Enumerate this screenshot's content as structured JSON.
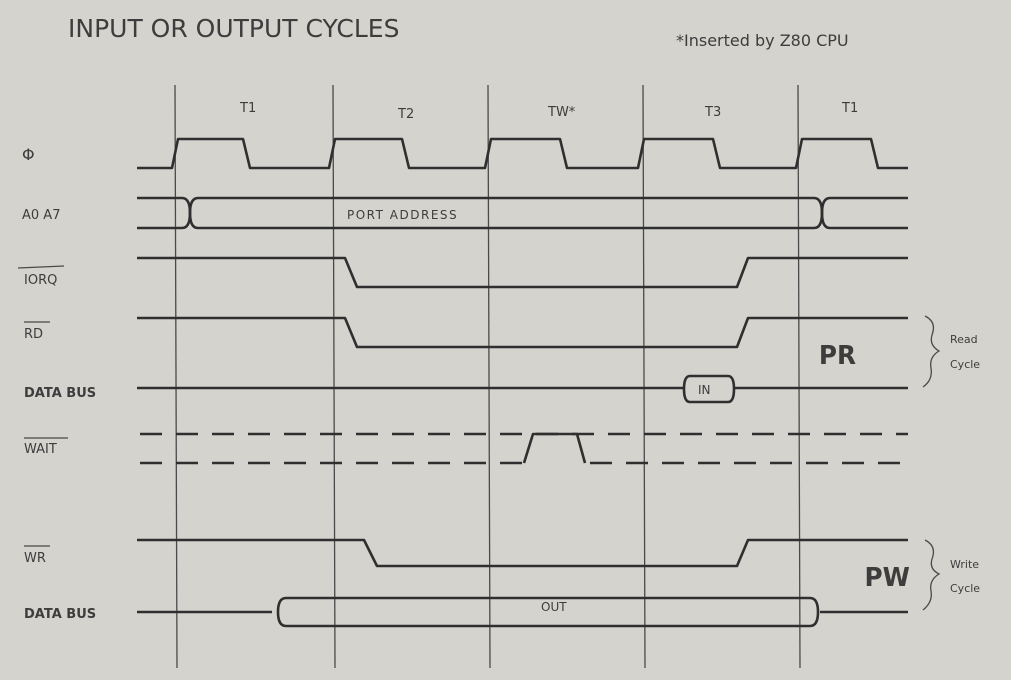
{
  "title": "INPUT OR OUTPUT CYCLES",
  "note": "*Inserted by Z80 CPU",
  "states": [
    "T1",
    "T2",
    "TW*",
    "T3",
    "T1"
  ],
  "signals": {
    "clock": "Φ",
    "address": "A0   A7",
    "iorq": "IORQ",
    "rd": "RD",
    "data_bus_read": "DATA BUS",
    "wait": "WAIT",
    "wr": "WR",
    "data_bus_write": "DATA BUS"
  },
  "bus_labels": {
    "address": "PORT ADDRESS",
    "in": "IN",
    "out": "OUT"
  },
  "groups": {
    "read": {
      "tag": "PR",
      "label_line1": "Read",
      "label_line2": "Cycle"
    },
    "write": {
      "tag": "PW",
      "label_line1": "Write",
      "label_line2": "Cycle"
    }
  }
}
